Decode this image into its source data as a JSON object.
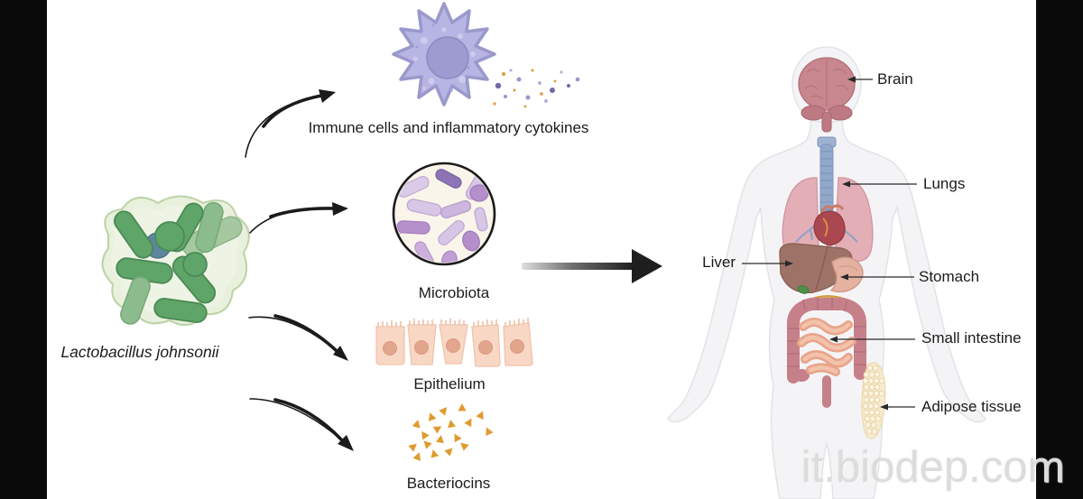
{
  "diagram": {
    "source": {
      "label": "Lactobacillus johnsonii"
    },
    "targets": {
      "immune": {
        "label": "Immune cells and inflammatory cytokines"
      },
      "microbiota": {
        "label": "Microbiota"
      },
      "epithelium": {
        "label": "Epithelium"
      },
      "bacteriocins": {
        "label": "Bacteriocins"
      }
    },
    "body": {
      "organs": {
        "brain": {
          "label": "Brain"
        },
        "lungs": {
          "label": "Lungs"
        },
        "liver": {
          "label": "Liver"
        },
        "stomach": {
          "label": "Stomach"
        },
        "small_intestine": {
          "label": "Small intestine"
        },
        "adipose": {
          "label": "Adipose tissue"
        }
      }
    },
    "watermark": "it.biodep.com",
    "colors": {
      "bacteria_green": "#5fa469",
      "bacteria_blob": "#e9f0dd",
      "immune_purple": "#b7b5e3",
      "immune_nucleus": "#9e9bd1",
      "microbiota_bg": "#faf5ea",
      "microbiota_purple": "#b791cc",
      "epithelium_peach": "#f8d8c4",
      "bacteriocin_orange": "#e09a2e",
      "arrow_black": "#1b1b1b",
      "body_silhouette": "#f4f4f6",
      "organ_pink": "#e4aeb6",
      "liver_brown": "#9e7367",
      "heart_red": "#aa4750",
      "trachea_blue": "#91a8cb",
      "adipose_cream": "#f7ecd2",
      "watermark_gray": "#dcdcdc"
    }
  }
}
